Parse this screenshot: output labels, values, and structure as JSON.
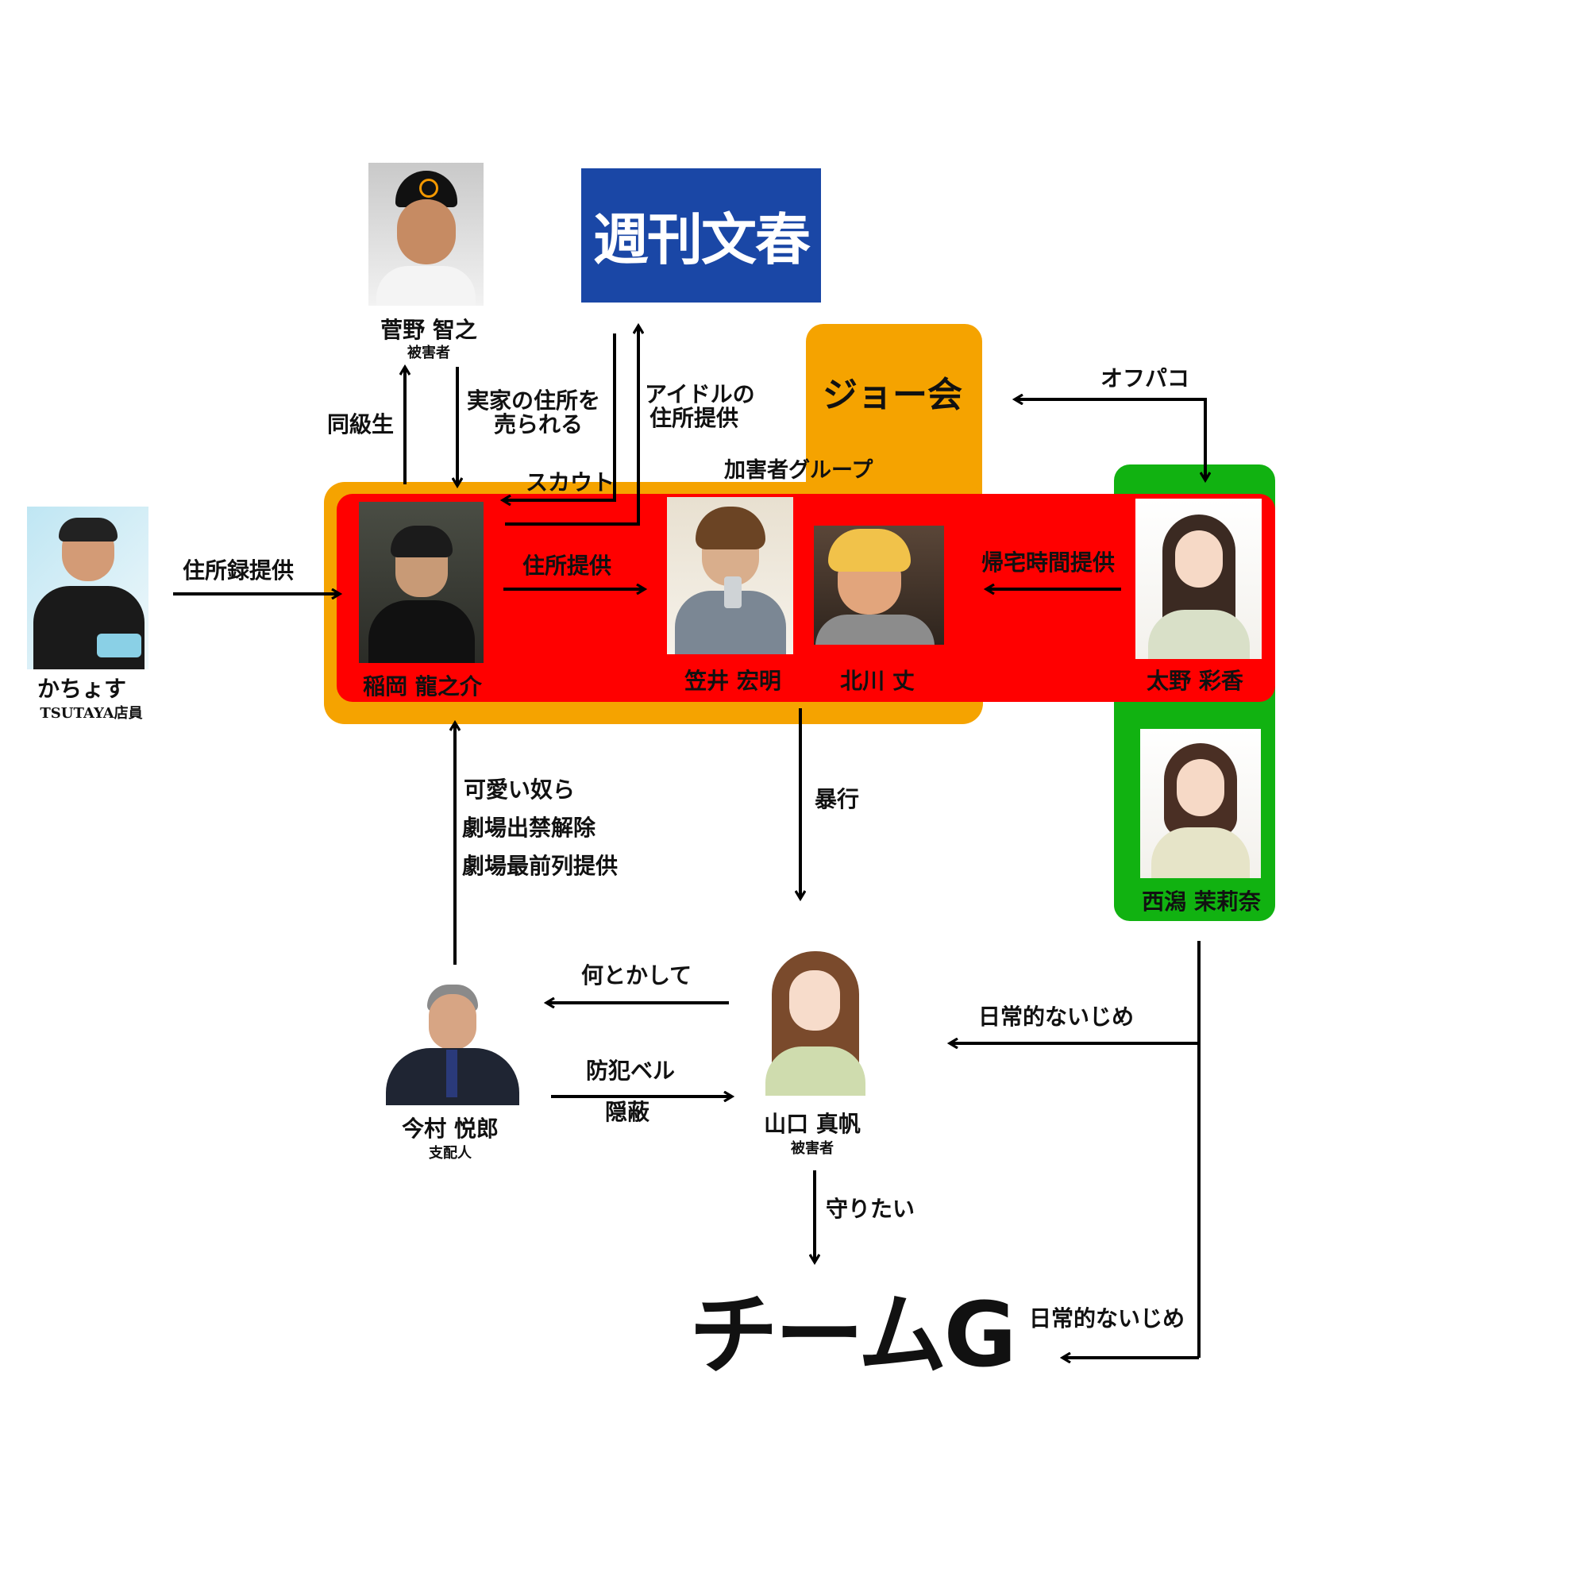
{
  "colors": {
    "joe_group": "#F5A300",
    "perpetrator_group": "#FF0000",
    "nishigata_group": "#11B211",
    "bunshun_blue": "#1A47A6"
  },
  "magazine": {
    "title": "週刊文春"
  },
  "groups": {
    "joe": "ジョー会",
    "perpetrators": "加害者グループ",
    "team": "チームG"
  },
  "people": {
    "sugano": {
      "name": "菅野 智之",
      "role": "被害者"
    },
    "kachoyasu": {
      "name": "かちょす",
      "role": "TSUTAYA店員"
    },
    "inaoka": {
      "name": "稲岡 龍之介"
    },
    "kasai": {
      "name": "笠井 宏明"
    },
    "kitagawa": {
      "name": "北川 丈"
    },
    "ono": {
      "name": "太野 彩香"
    },
    "nishigata": {
      "name": "西潟 茉莉奈"
    },
    "imamura": {
      "name": "今村 悦郎",
      "role": "支配人"
    },
    "yamaguchi": {
      "name": "山口 真帆",
      "role": "被害者"
    }
  },
  "edges": {
    "classmate": "同級生",
    "sold_address": [
      "実家の住所を",
      "売られる"
    ],
    "idol_address": [
      "アイドルの",
      "住所提供"
    ],
    "scout": "スカウト",
    "offpako": "オフパコ",
    "address_book": "住所録提供",
    "address": "住所提供",
    "return_time": "帰宅時間提供",
    "violence": "暴行",
    "perks": [
      "可愛い奴ら",
      "劇場出禁解除",
      "劇場最前列提供"
    ],
    "somehow": "何とかして",
    "bell": [
      "防犯ベル",
      "隠蔽"
    ],
    "protect": "守りたい",
    "bullying_1": "日常的ないじめ",
    "bullying_2": "日常的ないじめ"
  }
}
